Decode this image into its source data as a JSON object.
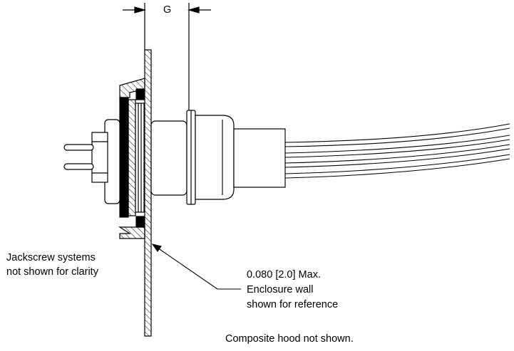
{
  "dimension_label": "G",
  "notes": {
    "jackscrew_line1": "Jackscrew systems",
    "jackscrew_line2": "not shown for clarity",
    "wall_line1": "0.080 [2.0] Max.",
    "wall_line2": "Enclosure wall",
    "wall_line3": "shown for reference",
    "hood": "Composite hood not shown."
  },
  "colors": {
    "ink": "#000000",
    "paper": "#ffffff"
  }
}
